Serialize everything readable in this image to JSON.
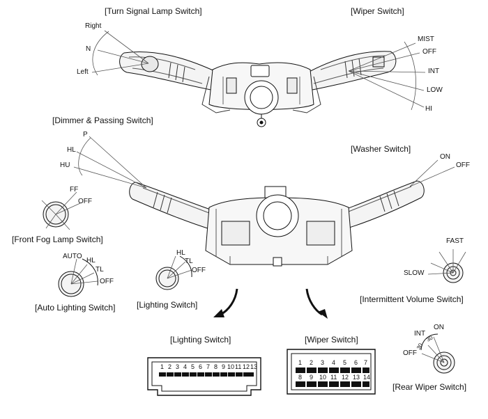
{
  "turn_signal": {
    "title": "[Turn Signal Lamp Switch]",
    "right": "Right",
    "n": "N",
    "left": "Left"
  },
  "wiper": {
    "title": "[Wiper Switch]",
    "mist": "MIST",
    "off": "OFF",
    "int": "INT",
    "low": "LOW",
    "hi": "HI"
  },
  "dimmer": {
    "title": "[Dimmer & Passing Switch]",
    "p": "P",
    "hl": "HL",
    "hu": "HU"
  },
  "washer": {
    "title": "[Washer Switch]",
    "on": "ON",
    "off": "OFF"
  },
  "front_fog": {
    "title": "[Front Fog Lamp Switch]",
    "ff": "FF",
    "off": "OFF"
  },
  "auto_lighting": {
    "title": "[Auto Lighting Switch]",
    "auto": "AUTO",
    "hl": "HL",
    "tl": "TL",
    "off": "OFF"
  },
  "lighting": {
    "title": "[Lighting Switch]",
    "hl": "HL",
    "tl": "TL",
    "off": "OFF"
  },
  "intermittent": {
    "title": "[Intermittent Volume Switch]",
    "fast": "FAST",
    "slow": "SLOW"
  },
  "lighting_connector": {
    "title": "[Lighting Switch]",
    "pins": [
      "1",
      "2",
      "3",
      "4",
      "5",
      "6",
      "7",
      "8",
      "9",
      "10",
      "11",
      "12",
      "13"
    ]
  },
  "wiper_connector": {
    "title": "[Wiper Switch]",
    "row1": [
      "1",
      "2",
      "3",
      "4",
      "5",
      "6",
      "7"
    ],
    "row2": [
      "8",
      "9",
      "10",
      "11",
      "12",
      "13",
      "14"
    ]
  },
  "rear_wiper": {
    "title": "[Rear Wiper Switch]",
    "int": "INT",
    "on": "ON",
    "off": "OFF",
    "t30a": "30",
    "t30b": "30"
  }
}
